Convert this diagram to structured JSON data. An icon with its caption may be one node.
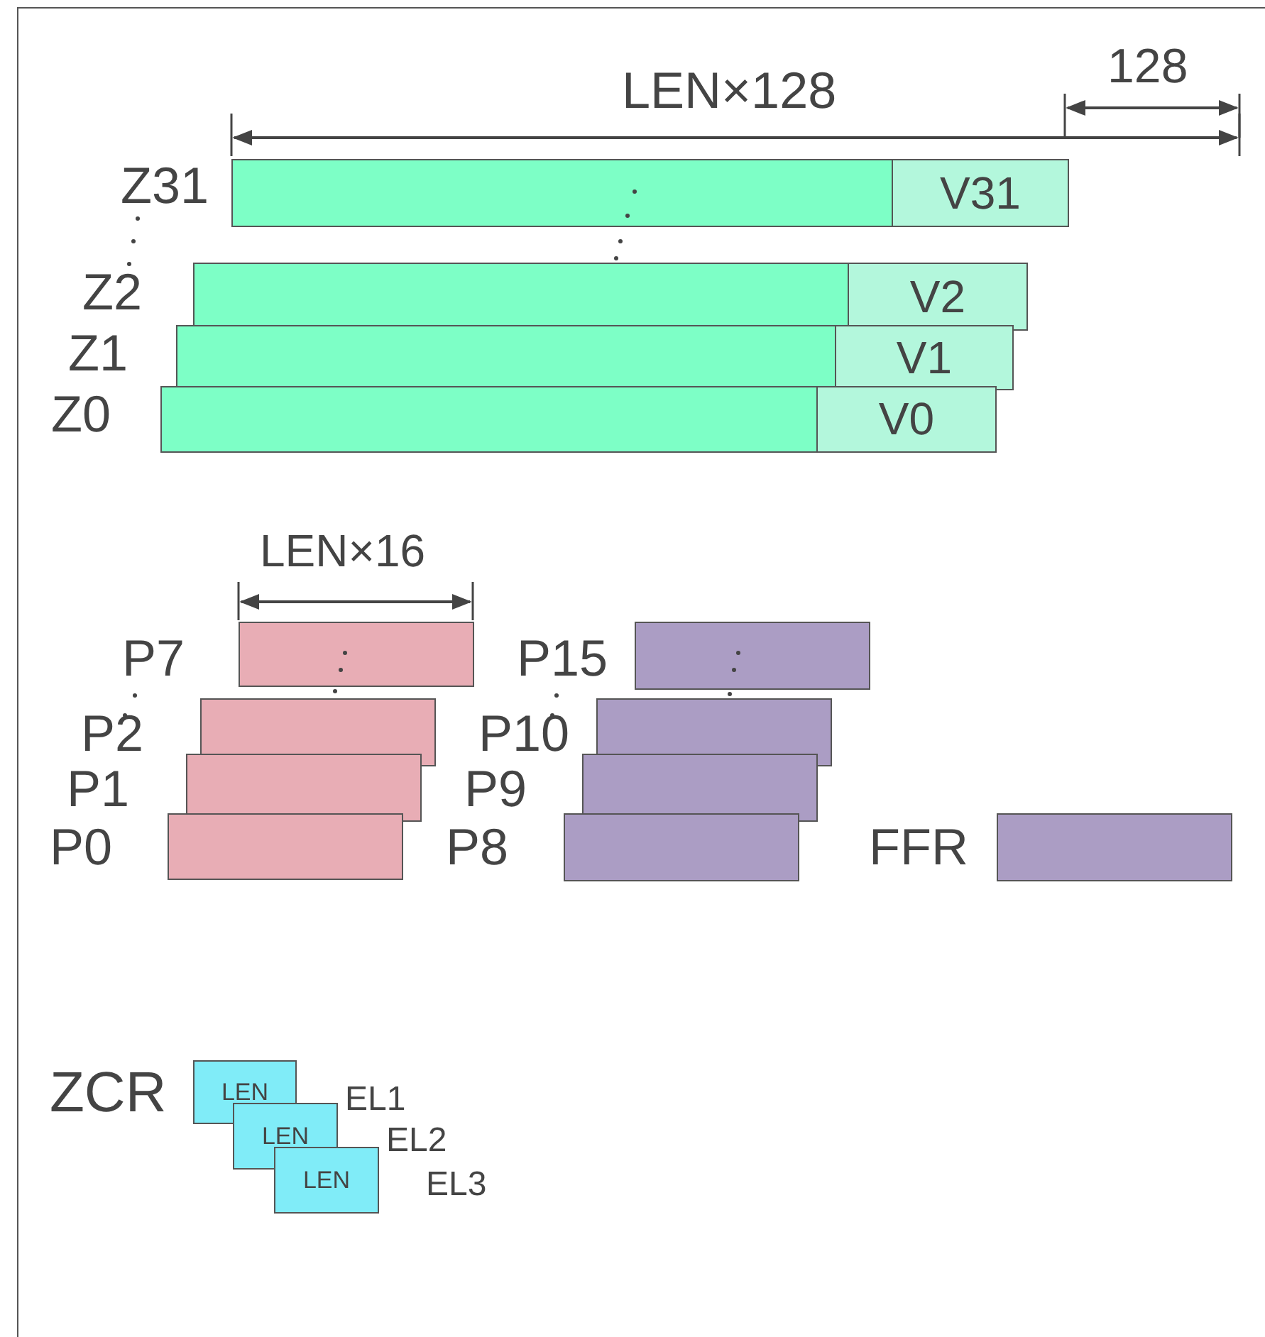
{
  "diagram": {
    "nodes": [
      {
        "text": [
          "Z31"
        ]
      },
      {
        "text": [
          "V31"
        ],
        "in": 0
      },
      {
        "text": [
          "Z2"
        ]
      },
      {
        "text": [
          "V2"
        ],
        "in": 2
      },
      {
        "text": [
          "Z1"
        ]
      },
      {
        "text": [
          "V1"
        ],
        "in": 4
      },
      {
        "text": [
          "Z0"
        ]
      },
      {
        "text": [
          "V0"
        ],
        "in": 6
      },
      {
        "text": [
          "P7"
        ]
      },
      {
        "text": [
          "P2"
        ]
      },
      {
        "text": [
          "P1"
        ]
      },
      {
        "text": [
          "P0"
        ]
      },
      {
        "text": [
          "P15"
        ]
      },
      {
        "text": [
          "P10"
        ]
      },
      {
        "text": [
          "P9"
        ]
      },
      {
        "text": [
          "P8"
        ]
      },
      {
        "text": [
          "FFR"
        ]
      },
      {
        "text": [
          "LEN"
        ]
      },
      {
        "text": [
          "LEN"
        ]
      },
      {
        "text": [
          "LEN"
        ]
      }
    ],
    "labels": [
      "LEN×128",
      "128",
      "LEN×16",
      "ZCR",
      "EL1",
      "EL2",
      "EL3"
    ]
  }
}
